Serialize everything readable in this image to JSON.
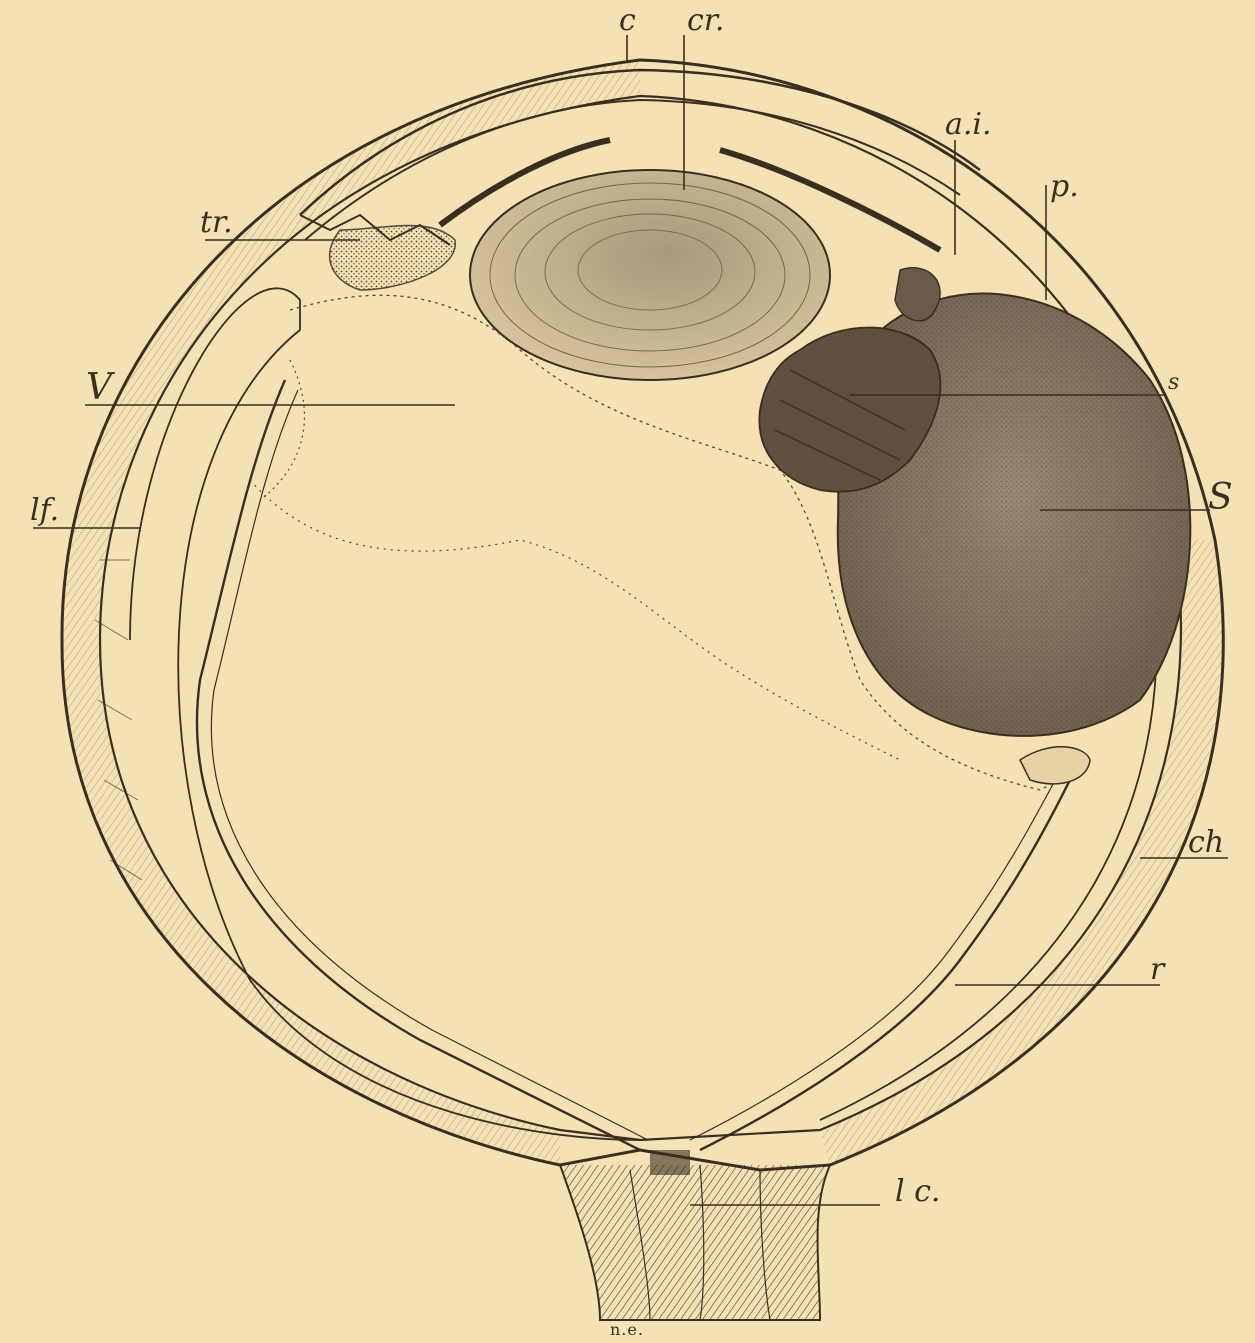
{
  "figure": {
    "labels": {
      "c": "c",
      "cr": "cr.",
      "ai": "a.i.",
      "p": "p.",
      "tr": "tr.",
      "V": "V",
      "s_small": "s",
      "S_big": "S",
      "lf": "lf.",
      "ch": "ch",
      "r": "r",
      "lc": "l c.",
      "signature": "n.e."
    },
    "colors": {
      "paper": "#f5e2b4",
      "ink": "#3a2e20",
      "tumor": "#8a7a66",
      "lens": "#c9b38a"
    }
  }
}
